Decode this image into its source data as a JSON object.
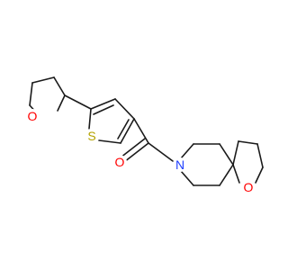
{
  "molecule": {
    "atoms": {
      "O_thf": {
        "symbol": "O",
        "color": "#ff0000"
      },
      "S_thiophene": {
        "symbol": "S",
        "color": "#b3a200"
      },
      "O_carbonyl": {
        "symbol": "O",
        "color": "#ff0000"
      },
      "N_amide": {
        "symbol": "N",
        "color": "#1f3fff"
      },
      "O_spiro": {
        "symbol": "O",
        "color": "#ff0000"
      }
    },
    "bond_color": "#1a1a1a"
  }
}
